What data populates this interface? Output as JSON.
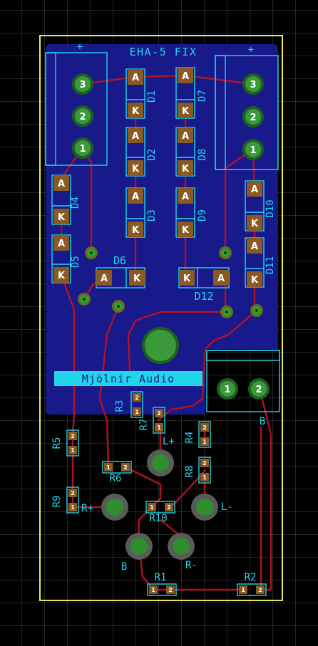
{
  "board": {
    "title": "EHA-5 FIX",
    "logo_text": "Mjölnir Audio"
  },
  "colors": {
    "background": "#000000",
    "grid": "#555555",
    "outline": "#e8e85a",
    "copper_fill": "#18198a",
    "silkscreen": "#22d6ea",
    "trace": "#b01224",
    "smd_pad": "#8a5a22",
    "through_hole": "#2f8f2f"
  },
  "connectors": {
    "left": {
      "plus": "+",
      "pins": [
        "3",
        "2",
        "1"
      ]
    },
    "right": {
      "plus": "+",
      "pins": [
        "3",
        "2",
        "1"
      ]
    },
    "bottom": {
      "pins": [
        "1",
        "2"
      ],
      "label": "B"
    }
  },
  "diode_pads": {
    "anode": "A",
    "cathode": "K"
  },
  "diodes": [
    "D1",
    "D2",
    "D3",
    "D4",
    "D5",
    "D6",
    "D7",
    "D8",
    "D9",
    "D10",
    "D11",
    "D12"
  ],
  "resistors": [
    "R1",
    "R2",
    "R3",
    "R4",
    "R5",
    "R6",
    "R7",
    "R8",
    "R9",
    "R10"
  ],
  "resistor_pads": [
    "1",
    "2"
  ],
  "jack_labels": {
    "l_plus": "L+",
    "l_minus": "L-",
    "r_plus": "R+",
    "r_minus": "R-",
    "b": "B"
  },
  "icons": [
    "mounting-hole-icon",
    "via-icon",
    "through-hole-pad-icon"
  ]
}
